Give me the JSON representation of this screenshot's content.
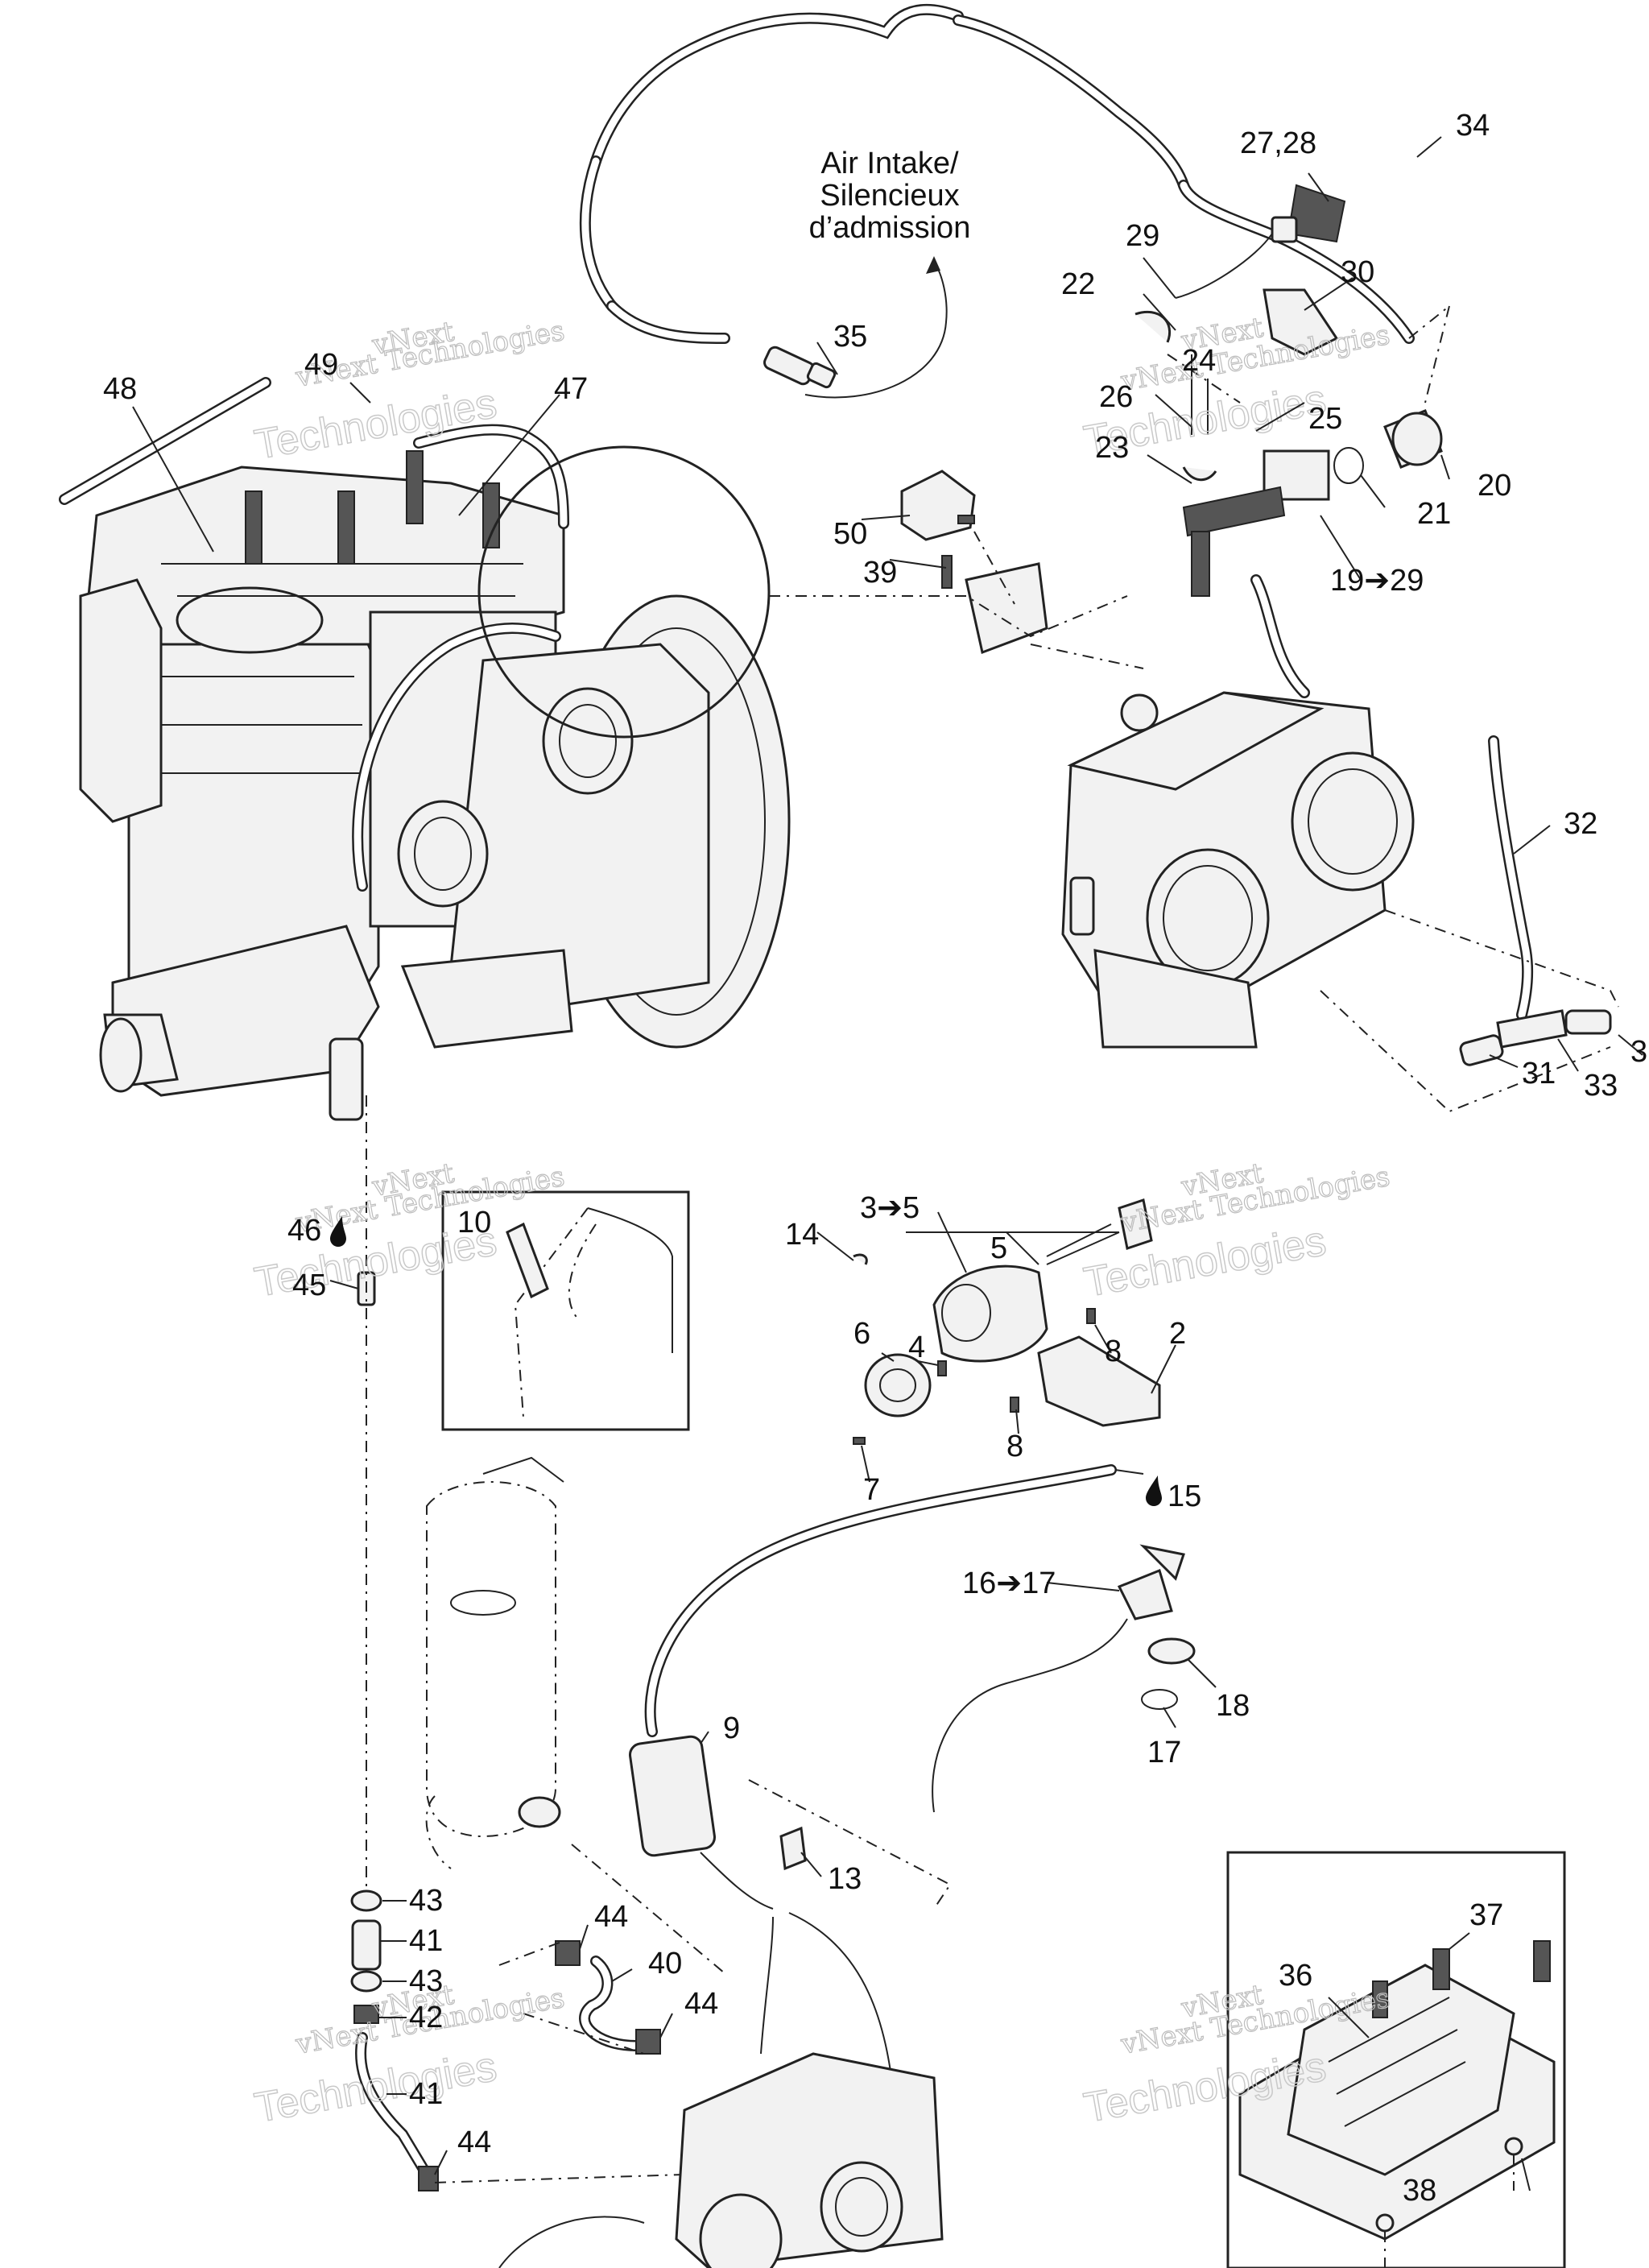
{
  "air_intake_note": [
    "Air Intake/",
    "Silencieux",
    "d’admission"
  ],
  "callouts": {
    "c48": "48",
    "c49": "49",
    "c47": "47",
    "c35": "35",
    "c34": "34",
    "c27_28": "27,28",
    "c29": "29",
    "c22": "22",
    "c30": "30",
    "c24": "24",
    "c26": "26",
    "c25": "25",
    "c23": "23",
    "c20": "20",
    "c21": "21",
    "c19_29": "19➔29",
    "c50": "50",
    "c39": "39",
    "c32": "32",
    "c3": "3",
    "c33": "33",
    "c31": "31",
    "c46": "46",
    "c45": "45",
    "c10": "10",
    "c3_5": "3➔5",
    "c14": "14",
    "c5": "5",
    "c6": "6",
    "c4": "4",
    "c8a": "8",
    "c2": "2",
    "c8b": "8",
    "c7": "7",
    "c15": "15",
    "c16_17": "16➔17",
    "c18": "18",
    "c17": "17",
    "c9": "9",
    "c13": "13",
    "c43a": "43",
    "c41a": "41",
    "c43b": "43",
    "c42": "42",
    "c41b": "41",
    "c44a": "44",
    "c40": "40",
    "c44b": "44",
    "c44c": "44",
    "c37": "37",
    "c36": "36",
    "c38": "38"
  },
  "watermark": {
    "line1": "vNext",
    "line2": "vNext Technologies",
    "line3": "Technologies"
  }
}
